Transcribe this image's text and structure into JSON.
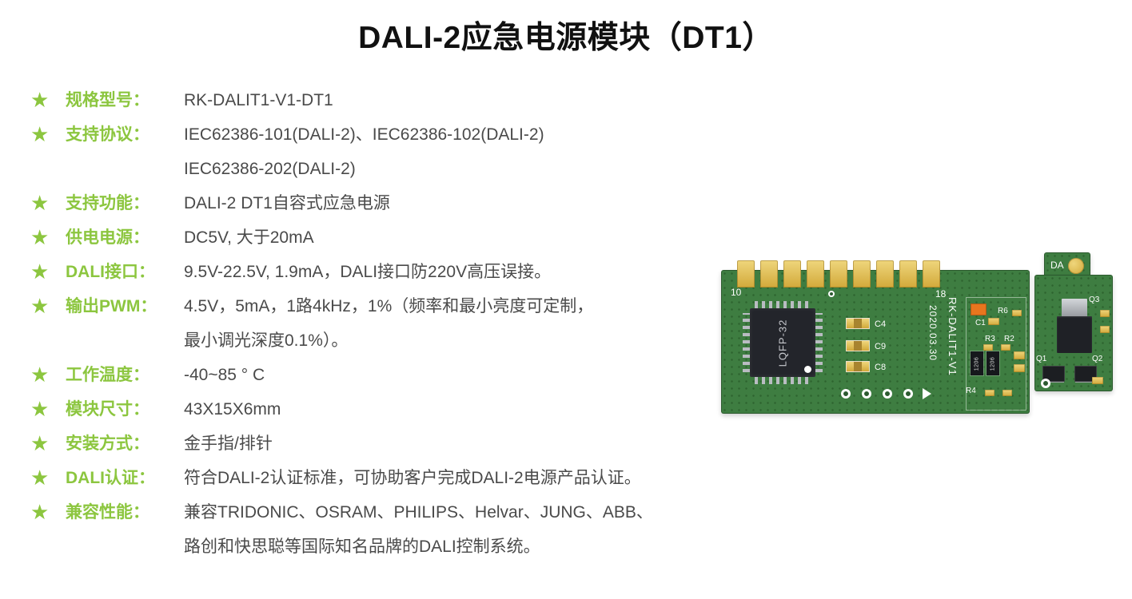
{
  "colors": {
    "accent": "#8CC63F",
    "title": "#111111",
    "body_text": "#4A4A4A",
    "pcb_green": "#3E7D41",
    "gold": "#D9B342"
  },
  "icons": {
    "star": "★"
  },
  "title": "DALI-2应急电源模块（DT1）",
  "specs": [
    {
      "label": "规格型号：",
      "lines": [
        "RK-DALIT1-V1-DT1"
      ]
    },
    {
      "label": "支持协议：",
      "lines": [
        "IEC62386-101(DALI-2)、IEC62386-102(DALI-2)",
        "IEC62386-202(DALI-2)"
      ]
    },
    {
      "label": "支持功能：",
      "lines": [
        "DALI-2 DT1自容式应急电源"
      ]
    },
    {
      "label": "供电电源：",
      "lines": [
        "DC5V, 大于20mA"
      ]
    },
    {
      "label": "DALI接口：",
      "lines": [
        "9.5V-22.5V, 1.9mA，DALI接口防220V高压误接。"
      ]
    },
    {
      "label": "输出PWM：",
      "lines": [
        "4.5V，5mA，1路4kHz，1%（频率和最小亮度可定制，",
        "最小调光深度0.1%）。"
      ]
    },
    {
      "label": "工作温度：",
      "lines": [
        "-40~85 ° C"
      ]
    },
    {
      "label": "模块尺寸：",
      "lines": [
        "43X15X6mm"
      ]
    },
    {
      "label": "安装方式：",
      "lines": [
        "金手指/排针"
      ]
    },
    {
      "label": "DALI认证：",
      "lines": [
        "符合DALI-2认证标准，可协助客户完成DALI-2电源产品认证。"
      ]
    },
    {
      "label": "兼容性能：",
      "lines": [
        "兼容TRIDONIC、OSRAM、PHILIPS、Helvar、JUNG、ABB、",
        "路创和快思聪等国际知名品牌的DALI控制系统。"
      ]
    }
  ],
  "pcb": {
    "pin_start": "10",
    "pin_end": "18",
    "chip_label": "LQFP-32",
    "cap_labels": [
      "C4",
      "C9",
      "C8"
    ],
    "smd_label": "1206",
    "refs": {
      "r6": "R6",
      "c1": "C1",
      "r3": "R3",
      "r2": "R2",
      "r4": "R4",
      "q1": "Q1",
      "q2": "Q2",
      "q3": "Q3",
      "da": "DA"
    },
    "board_name": "RK-DALIT1-V1",
    "board_date": "2020.03.30"
  }
}
